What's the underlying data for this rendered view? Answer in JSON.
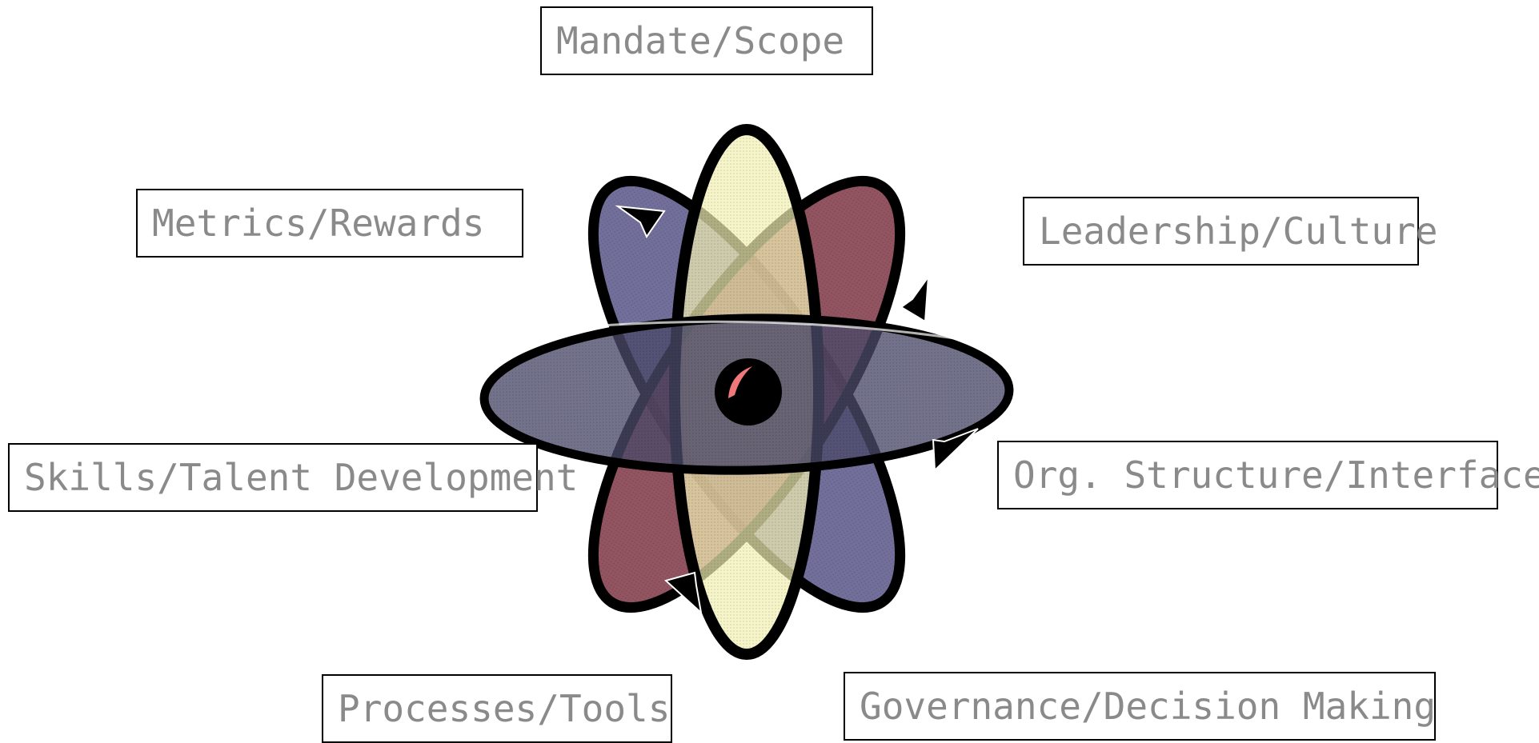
{
  "labels": {
    "mandate": "Mandate/Scope",
    "metrics": "Metrics/Rewards",
    "leadership": "Leadership/Culture",
    "skills": "Skills/Talent Development",
    "org": "Org. Structure/Interface",
    "processes": "Processes/Tools",
    "governance": "Governance/Decision Making"
  },
  "colors": {
    "outline": "#000000",
    "text": "#8a8a8a",
    "vertical_orbit": "#f2f0b4",
    "horizontal_orbit": "#4b4a6a",
    "blue_orbit": "#6a6896",
    "maroon_orbit": "#7a2e3e",
    "nucleus": "#000000",
    "nucleus_highlight": "#f07878"
  },
  "icons": [
    "atom-icon"
  ]
}
